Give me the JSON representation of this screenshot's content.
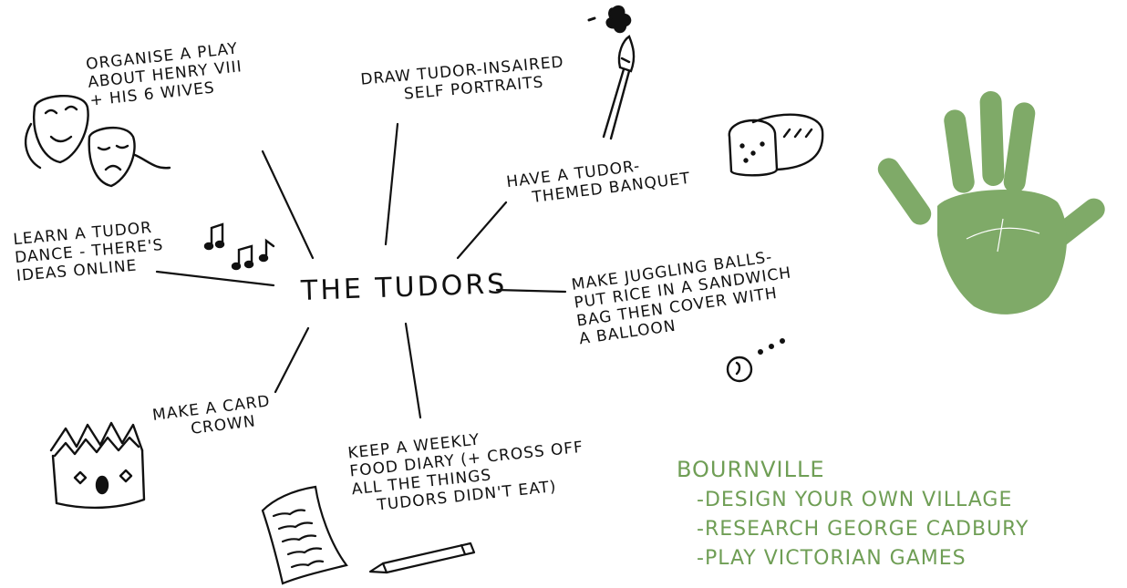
{
  "center": "THE TUDORS",
  "ideas": {
    "play": [
      "ORGANISE A PLAY",
      "ABOUT HENRY VIII",
      "+ HIS 6 WIVES"
    ],
    "portraits": [
      "DRAW TUDOR-INSAIRED",
      "SELF PORTRAITS"
    ],
    "banquet": [
      "HAVE A TUDOR-",
      "THEMED BANQUET"
    ],
    "dance": [
      "LEARN A TUDOR",
      "DANCE - THERE'S",
      "IDEAS ONLINE"
    ],
    "juggling": [
      "MAKE JUGGLING BALLS-",
      "PUT RICE IN A SANDWICH",
      "BAG THEN COVER WITH",
      "A BALLOON"
    ],
    "crown": [
      "MAKE A CARD",
      "CROWN"
    ],
    "diary": [
      "KEEP A WEEKLY",
      "FOOD DIARY (+ CROSS OFF",
      "ALL THE THINGS",
      "TUDORS DIDN'T EAT)"
    ]
  },
  "bournville": {
    "title": "BOURNVILLE",
    "items": [
      "-DESIGN YOUR OWN VILLAGE",
      "-RESEARCH GEORGE CADBURY",
      "-PLAY VICTORIAN GAMES"
    ]
  },
  "colors": {
    "ink": "#111111",
    "green": "#6f9e55",
    "hand": "#7faa68"
  },
  "icons": [
    "theatre-masks-icon",
    "paintbrush-icon",
    "bread-loaf-icon",
    "music-notes-icon",
    "juggling-ball-icon",
    "crown-icon",
    "diary-paper-icon",
    "pencil-icon",
    "handprint-icon"
  ]
}
